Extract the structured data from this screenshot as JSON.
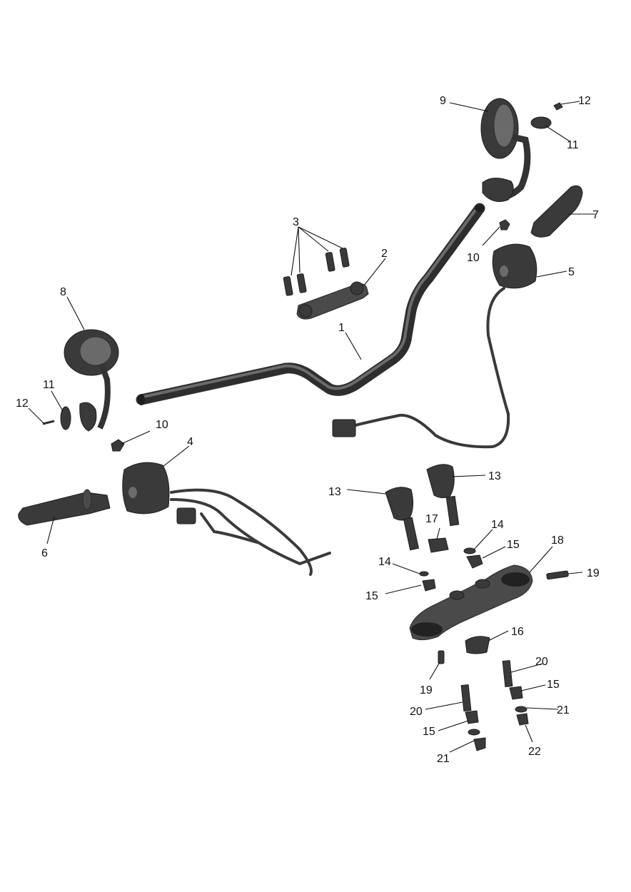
{
  "callouts": [
    "1",
    "2",
    "3",
    "4",
    "5",
    "6",
    "7",
    "8",
    "9",
    "10",
    "11",
    "12",
    "13",
    "14",
    "15",
    "16",
    "17",
    "18",
    "19",
    "20",
    "21",
    "22"
  ],
  "colors": {
    "part": "#4a4a4a",
    "line": "#111111",
    "background": "#ffffff"
  }
}
